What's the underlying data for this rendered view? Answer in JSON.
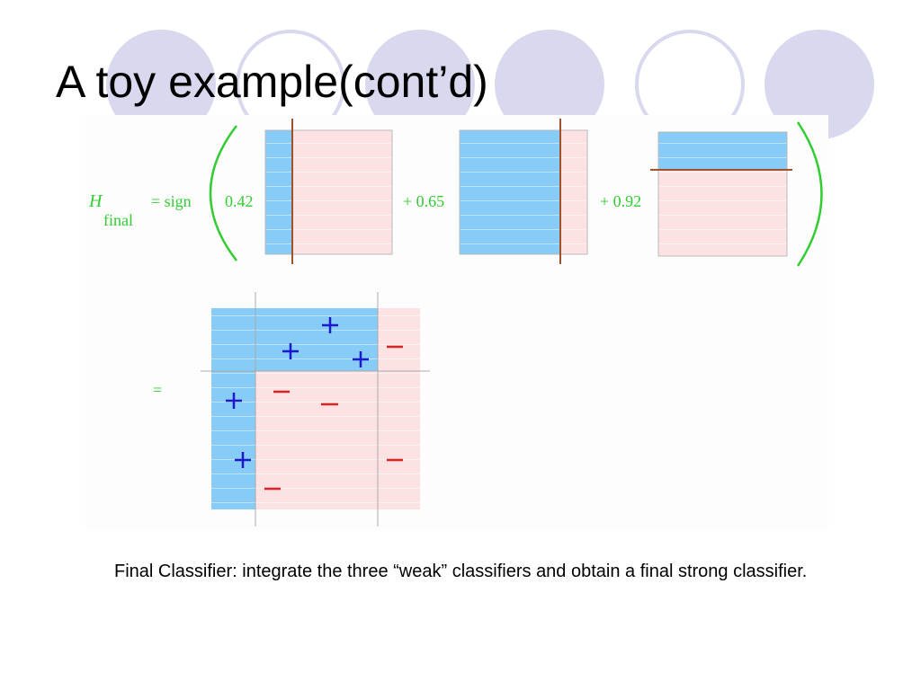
{
  "slide": {
    "title": "A toy example(cont’d)",
    "caption": "Final Classifier: integrate the three “weak” classifiers and obtain a final strong classifier."
  },
  "formula": {
    "lhs_symbol": "H",
    "lhs_subscript": "final",
    "sign_text": "= sign",
    "terms": [
      "0.42",
      "+ 0.65",
      "+ 0.92"
    ],
    "equals": "="
  },
  "result_marks": {
    "plus_count": 5,
    "minus_count": 5
  },
  "colors": {
    "positive_region": "#87cbf7",
    "negative_region": "#fde2e4",
    "formula_text": "#33cc33",
    "split_line": "#a0522d",
    "plus_mark": "#1a1acc",
    "minus_mark": "#e02020",
    "decoration": "#d8d8ee"
  }
}
